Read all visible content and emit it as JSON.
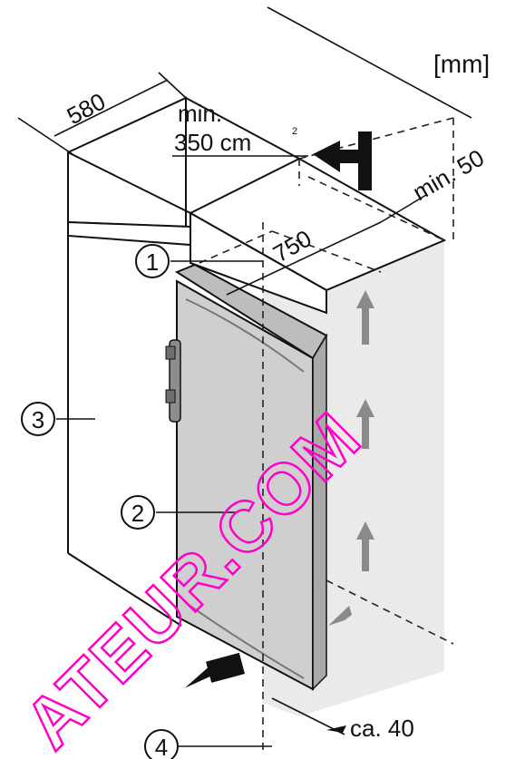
{
  "units": "[mm]",
  "dimensions": {
    "width": "580",
    "vent_area": "min.",
    "vent_area_value": "350 cm",
    "vent_area_sup": "2",
    "rear_gap": "min. 50",
    "depth": "750",
    "bottom_gap": "ca. 40"
  },
  "callouts": [
    "1",
    "2",
    "3",
    "4"
  ],
  "watermark": "ATEUR.COM",
  "colors": {
    "line": "#111111",
    "dashed": "#222222",
    "appliance": "#cfcfcf",
    "shaft": "#d9d9d9",
    "arrow": "#8a8a8a",
    "watermark": "#ff00c8"
  }
}
